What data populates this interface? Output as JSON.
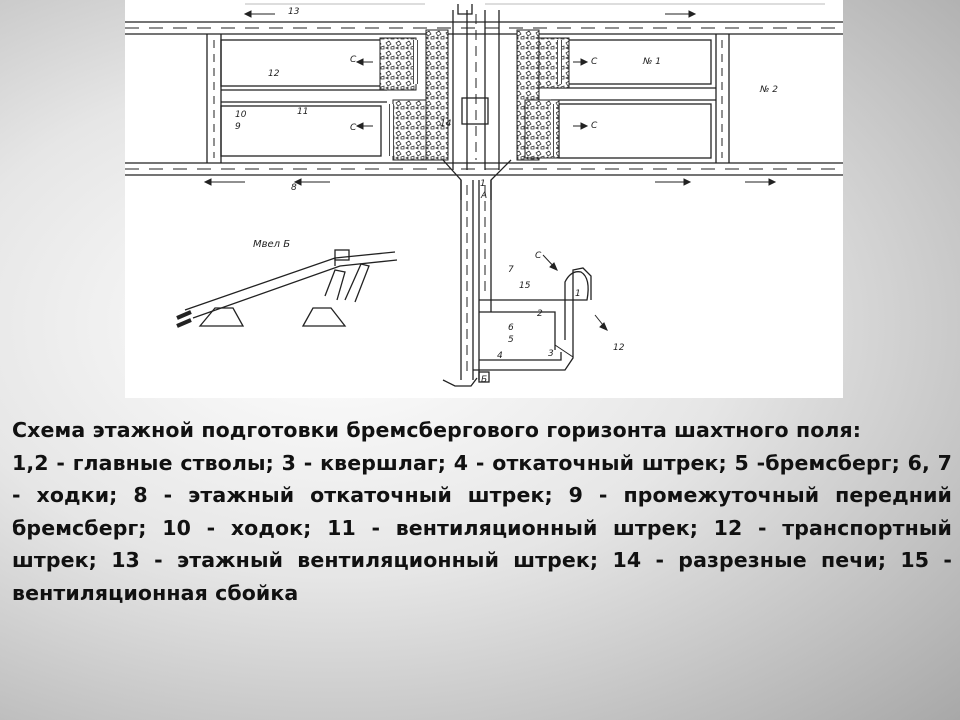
{
  "figure": {
    "labels": {
      "n13": "13",
      "n12": "12",
      "n11": "11",
      "n10": "10",
      "n9": "9",
      "n8": "8",
      "n14": "14",
      "n1": "1",
      "n7": "7",
      "n6": "6",
      "n5": "5",
      "n4": "4",
      "n3": "3",
      "n2": "2",
      "n15": "15",
      "field1": "№ 1",
      "field2": "№ 2",
      "c_left_top": "С",
      "c_left_mid": "С",
      "c_right_top": "С",
      "c_right_mid": "С",
      "c_lower": "С",
      "c12": "12",
      "section": "Мвел Б",
      "a": "А",
      "b": "Б"
    }
  },
  "caption": {
    "title": "Схема этажной подготовки бремсбергового горизонта шахтного поля:",
    "legend": "1,2 - главные стволы; 3 - квершлаг; 4 - откаточный штрек; 5 -бремсберг; 6, 7 - ходки; 8 - этажный откаточный штрек; 9 - промежуточный передний бремсберг; 10 - ходок; 11 - вентиляционный штрек; 12 - транспортный штрек; 13 - этажный вентиляционный штрек; 14 - разрезные печи; 15 - вентиляционная сбойка"
  }
}
